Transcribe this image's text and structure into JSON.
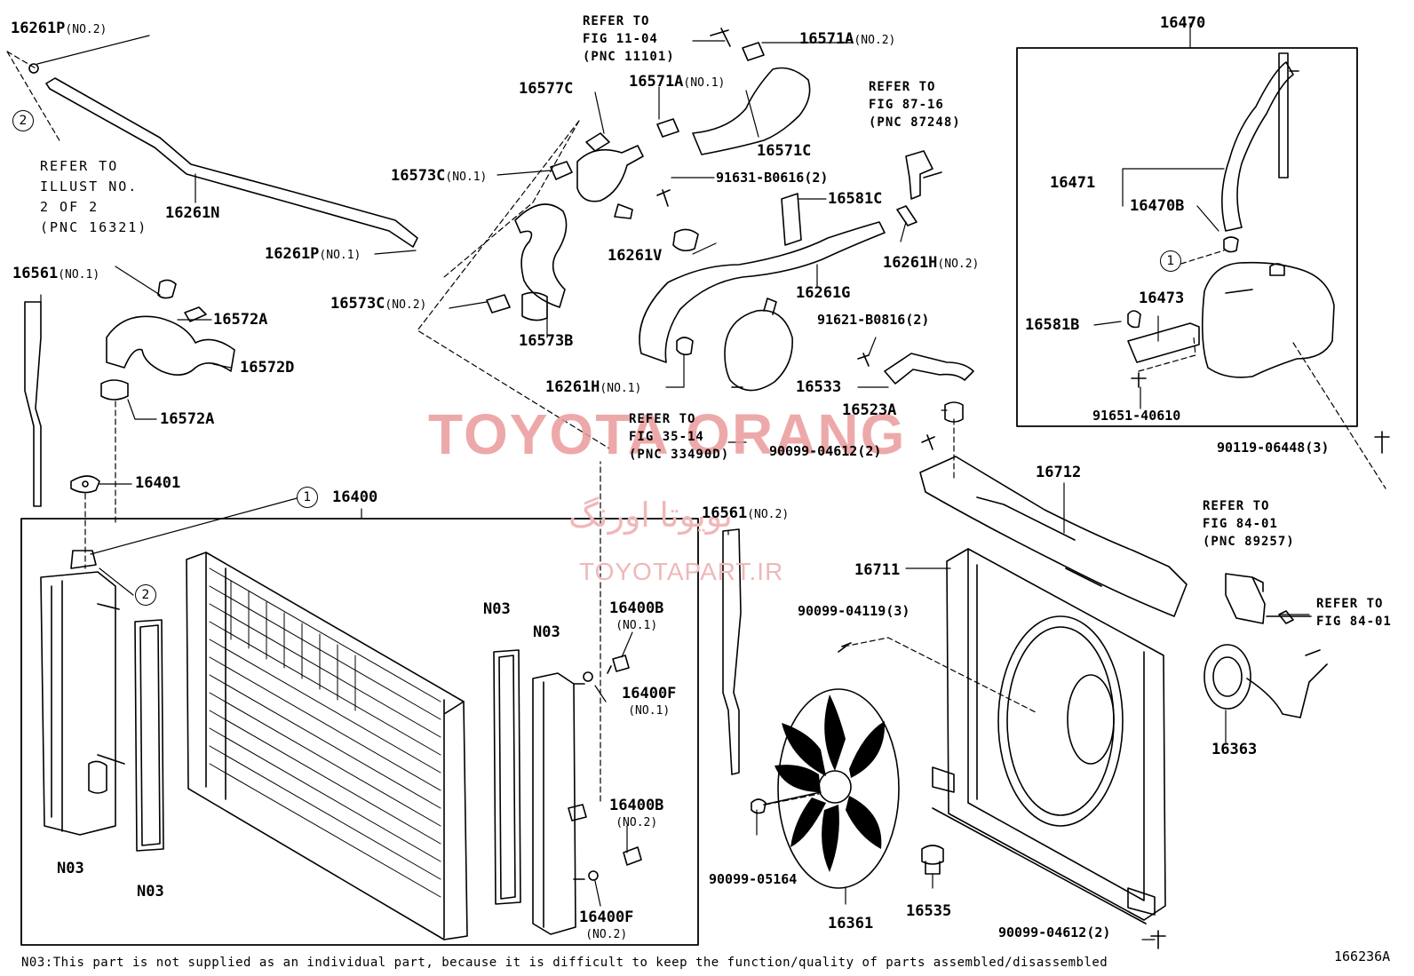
{
  "labels": {
    "p16261P_no2": {
      "code": "16261P",
      "sub": "(NO.2)"
    },
    "p16261N": {
      "code": "16261N"
    },
    "p16261P_no1": {
      "code": "16261P",
      "sub": "(NO.1)"
    },
    "p16561_no1": {
      "code": "16561",
      "sub": "(NO.1)"
    },
    "p16572A_a": {
      "code": "16572A"
    },
    "p16572D": {
      "code": "16572D"
    },
    "p16572A_b": {
      "code": "16572A"
    },
    "p16401": {
      "code": "16401"
    },
    "p16400": {
      "code": "16400"
    },
    "p16577C": {
      "code": "16577C"
    },
    "p16573C_no1": {
      "code": "16573C",
      "sub": "(NO.1)"
    },
    "p16573C_no2": {
      "code": "16573C",
      "sub": "(NO.2)"
    },
    "p16573B": {
      "code": "16573B"
    },
    "p16571A_no1": {
      "code": "16571A",
      "sub": "(NO.1)"
    },
    "p16571A_no2": {
      "code": "16571A",
      "sub": "(NO.2)"
    },
    "p16571C": {
      "code": "16571C"
    },
    "p91631": {
      "code": "91631-B0616(2)"
    },
    "p16581C": {
      "code": "16581C"
    },
    "p16261V": {
      "code": "16261V"
    },
    "p16261G": {
      "code": "16261G"
    },
    "p16261H_no2": {
      "code": "16261H",
      "sub": "(NO.2)"
    },
    "p16261H_no1": {
      "code": "16261H",
      "sub": "(NO.1)"
    },
    "p91621": {
      "code": "91621-B0816(2)"
    },
    "p16533": {
      "code": "16533"
    },
    "p16523A": {
      "code": "16523A"
    },
    "p90099_04612a": {
      "code": "90099-04612(2)"
    },
    "p16470": {
      "code": "16470"
    },
    "p16471": {
      "code": "16471"
    },
    "p16470B": {
      "code": "16470B"
    },
    "p16473": {
      "code": "16473"
    },
    "p16581B": {
      "code": "16581B"
    },
    "p91651": {
      "code": "91651-40610"
    },
    "p90119": {
      "code": "90119-06448(3)"
    },
    "p16712": {
      "code": "16712"
    },
    "p16711": {
      "code": "16711"
    },
    "p16561_no2": {
      "code": "16561",
      "sub": "(NO.2)"
    },
    "p90099_04119": {
      "code": "90099-04119(3)"
    },
    "p16400B_no1": {
      "code": "16400B",
      "sub": "(NO.1)"
    },
    "p16400F_no1": {
      "code": "16400F",
      "sub": "(NO.1)"
    },
    "p16400B_no2": {
      "code": "16400B",
      "sub": "(NO.2)"
    },
    "p16400F_no2": {
      "code": "16400F",
      "sub": "(NO.2)"
    },
    "pN03_a": {
      "code": "N03"
    },
    "pN03_b": {
      "code": "N03"
    },
    "pN03_c": {
      "code": "N03"
    },
    "pN03_d": {
      "code": "N03"
    },
    "p90099_05164": {
      "code": "90099-05164"
    },
    "p16361": {
      "code": "16361"
    },
    "p16535": {
      "code": "16535"
    },
    "p90099_04612b": {
      "code": "90099-04612(2)"
    },
    "p16363": {
      "code": "16363"
    }
  },
  "refs": {
    "fig11": "REFER TO\nFIG 11-04\n(PNC 11101)",
    "fig87": "REFER TO\nFIG 87-16\n(PNC 87248)",
    "fig35": "REFER TO\nFIG 35-14\n(PNC 33490D)",
    "fig84a": "REFER TO\nFIG 84-01\n(PNC 89257)",
    "fig84b": "REFER TO\nFIG 84-01",
    "illust": "REFER TO\nILLUST NO.\n2 OF 2\n(PNC 16321)"
  },
  "circles": {
    "one": "1",
    "two": "2"
  },
  "watermarks": {
    "brand": "TOYOTA ORANG",
    "persian": "تویوتا اورنگ",
    "site": "TOYOTAPART.IR"
  },
  "footer": {
    "note": "N03:This part is not supplied as an individual part, because it is difficult to keep the function/quality of parts assembled/disassembled",
    "code": "166236A"
  }
}
